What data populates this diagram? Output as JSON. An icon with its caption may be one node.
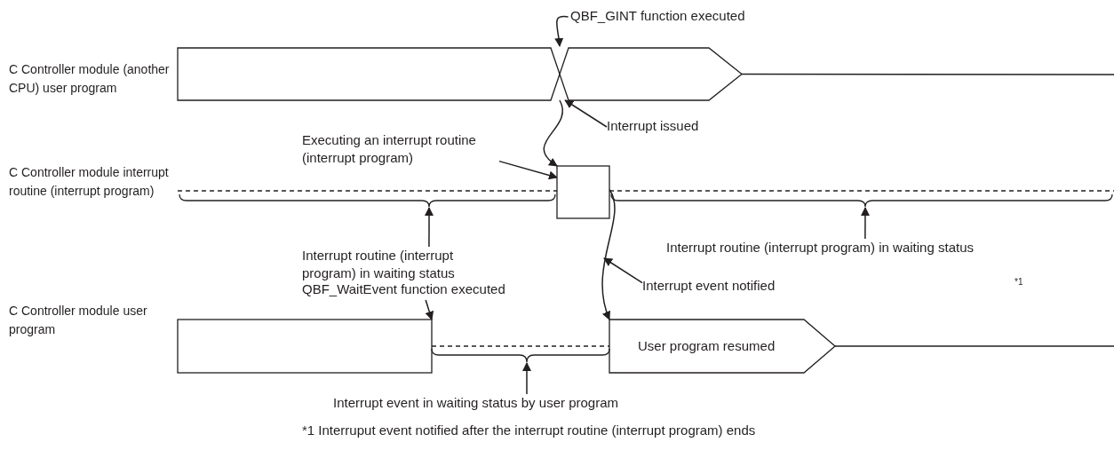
{
  "diagram": {
    "nodes": [
      {
        "text": [],
        "shape": "bar"
      },
      {
        "text": [],
        "shape": "bar"
      },
      {
        "text": [],
        "shape": "box"
      },
      {
        "text": [],
        "shape": "box"
      },
      {
        "text": [
          "User program resumed"
        ]
      },
      {
        "text": [
          "QBF_GINT function executed"
        ]
      },
      {
        "text": [
          "Interrupt issued"
        ]
      },
      {
        "text": [
          "Executing an interrupt routine (interrupt program)"
        ]
      },
      {
        "text": [
          "Interrupt routine (interrupt program) in waiting status"
        ]
      },
      {
        "text": [
          "Interrupt routine (interrupt program) in waiting status"
        ]
      },
      {
        "text": [
          "Interrupt event notified"
        ]
      },
      {
        "text": [
          "QBF_WaitEvent function executed"
        ]
      },
      {
        "text": [
          "Interrupt event in waiting status by user program"
        ]
      },
      {
        "text": [],
        "shape": "brace"
      },
      {
        "text": [],
        "shape": "brace"
      },
      {
        "text": [],
        "shape": "brace"
      }
    ],
    "edges": [
      {
        "from": 5,
        "to": null,
        "arrow": "to"
      },
      {
        "from": 6,
        "to": 1,
        "arrow": "to"
      },
      {
        "from": 0,
        "to": 2,
        "arrow": "to"
      },
      {
        "from": 7,
        "to": 2,
        "arrow": "to"
      },
      {
        "from": 2,
        "to": 4,
        "arrow": "to"
      },
      {
        "from": 10,
        "to": null,
        "arrow": "to"
      },
      {
        "from": 11,
        "to": 3,
        "arrow": "to"
      },
      {
        "from": 3,
        "to": 4,
        "arrow": "none",
        "style": "dashed"
      },
      {
        "from": 8,
        "to": 13,
        "arrow": "to"
      },
      {
        "from": 9,
        "to": 14,
        "arrow": "to"
      },
      {
        "from": 12,
        "to": 15,
        "arrow": "to"
      },
      {
        "from": 13,
        "to": 2,
        "arrow": "none",
        "style": "dashed"
      },
      {
        "from": 2,
        "to": 14,
        "arrow": "none",
        "style": "dashed"
      },
      {
        "from": 1,
        "to": null,
        "arrow": "none"
      },
      {
        "from": 4,
        "to": null,
        "arrow": "none"
      }
    ],
    "labels": [
      "C Controller module (another CPU) user program",
      "C Controller module interrupt routine (interrupt program)",
      "C Controller module user program",
      "*1",
      "*1 Interruput event notified after the interrupt routine (interrupt program) ends"
    ]
  }
}
